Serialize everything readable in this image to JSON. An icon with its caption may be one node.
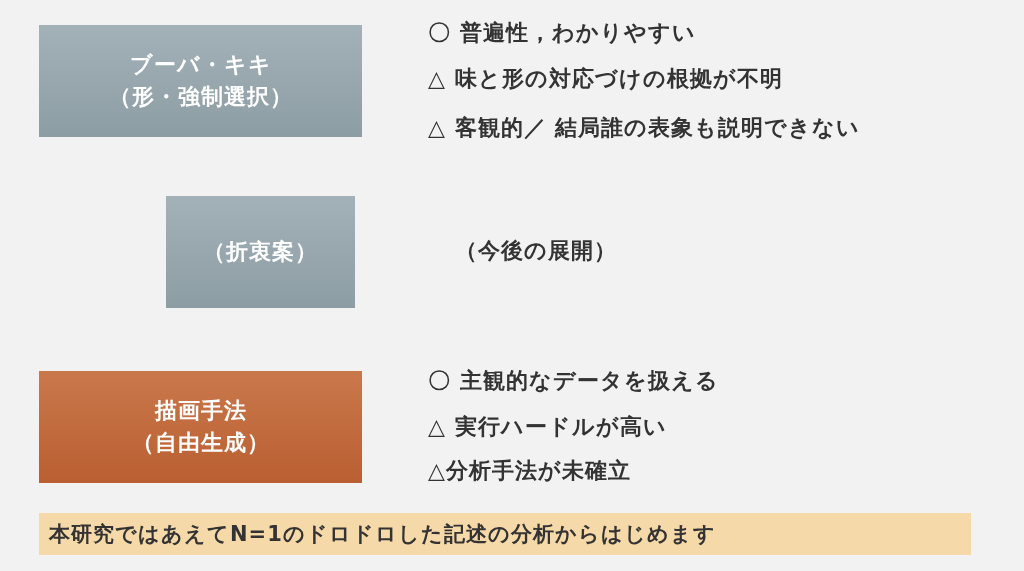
{
  "diagram": {
    "nodes": [
      {
        "text": [
          "ブーバ・キキ（形・強制選択）"
        ],
        "beside": [
          "〇 普遍性，わかりやすい",
          "△ 味と形の対応づけの根拠が不明",
          "△ 客観的／ 結局誰の表象も説明できない"
        ]
      },
      {
        "text": [
          "（折衷案）"
        ]
      },
      {
        "text": [
          "描画手法（自由生成）"
        ],
        "beside": [
          "〇 主観的なデータを扱える",
          "△ 実行ハードルが高い",
          "△分析手法が未確立"
        ]
      },
      {
        "text": [
          "本研究ではあえてN=1のドロドロした記述の分析からはじめます"
        ]
      }
    ],
    "labels": [
      "（今後の展開）"
    ]
  }
}
